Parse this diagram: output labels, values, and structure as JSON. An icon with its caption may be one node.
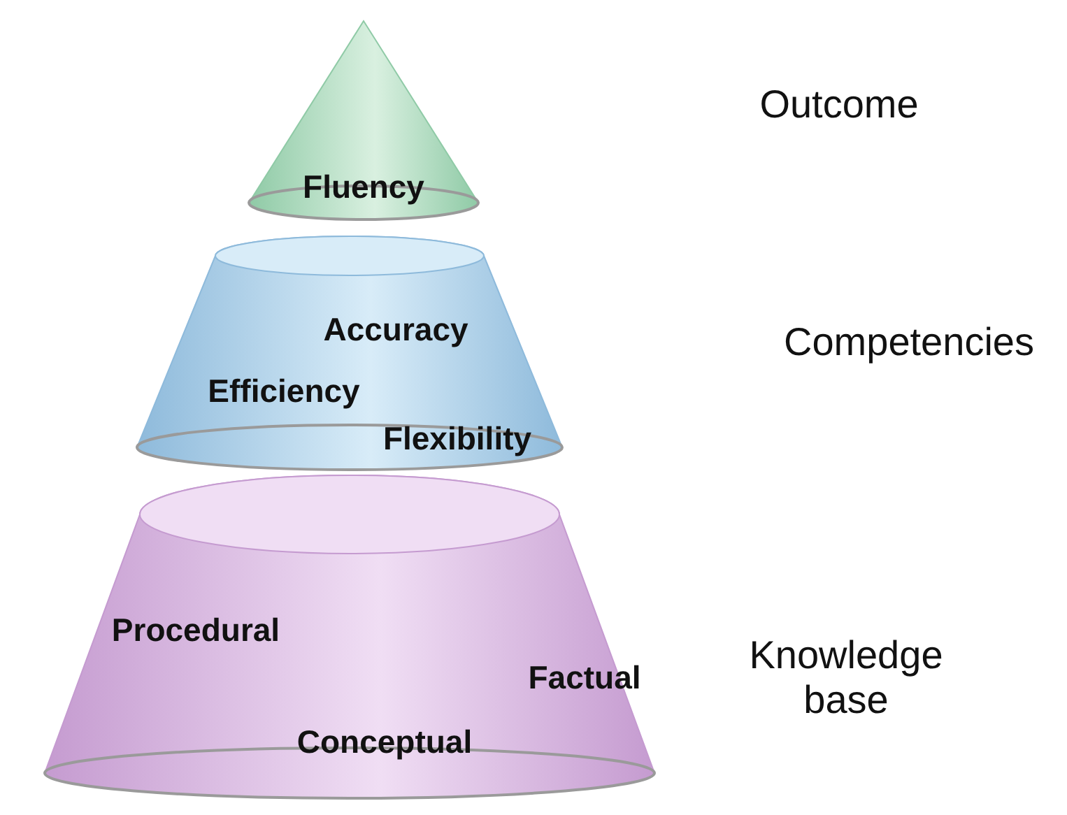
{
  "diagram": {
    "nodes": [
      {
        "text": [
          "Fluency"
        ]
      },
      {
        "text": [
          "Accuracy",
          "Efficiency",
          "Flexibility"
        ]
      },
      {
        "text": [
          "Procedural",
          "Factual",
          "Conceptual"
        ]
      }
    ],
    "labels": [
      "Outcome",
      "Competencies",
      "Knowledge base"
    ]
  }
}
